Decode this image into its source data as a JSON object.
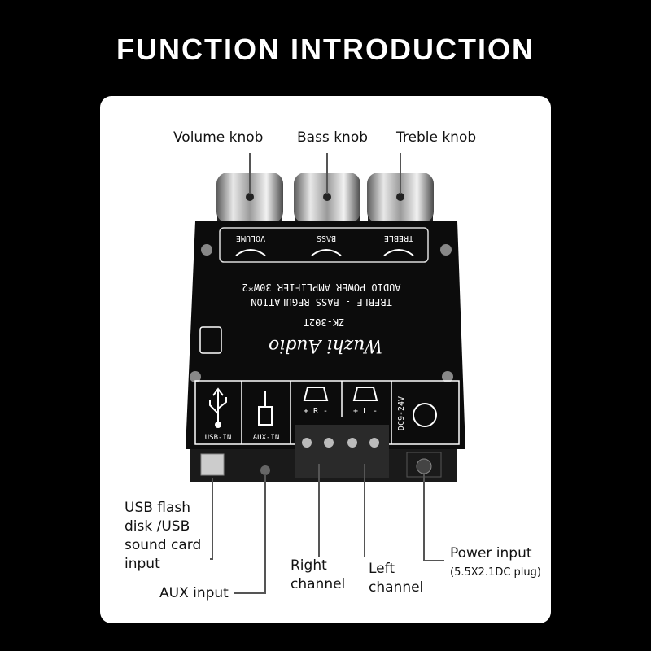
{
  "title": "FUNCTION INTRODUCTION",
  "labels": {
    "volume_knob": "Volume knob",
    "bass_knob": "Bass knob",
    "treble_knob": "Treble knob",
    "usb_line1": "USB flash",
    "usb_line2": "disk /USB",
    "usb_line3": "sound card",
    "usb_line4": "input",
    "aux_input": "AUX input",
    "right_line1": "Right",
    "right_line2": "channel",
    "left_line1": "Left",
    "left_line2": "channel",
    "power_line1": "Power input",
    "power_line2": "(5.5X2.1DC plug)"
  },
  "board": {
    "knob_labels": [
      "VOLUME",
      "BASS",
      "TREBLE"
    ],
    "line1": "AUDIO POWER AMPLIFIER 30W*2",
    "line2": "TREBLE - BASS REGULATION",
    "model": "ZK-302T",
    "brand": "Wuzhi Audio",
    "usb_in": "USB-IN",
    "aux_in": "AUX-IN",
    "right_marker": "+ R -",
    "left_marker": "+ L -",
    "dc": "DC9-24V"
  }
}
